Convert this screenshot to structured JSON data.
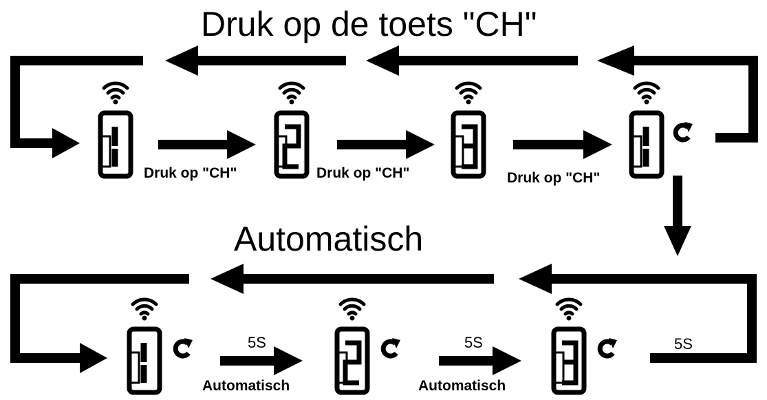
{
  "top_title": "Druk op de toets \"CH\"",
  "bottom_title": "Automatisch",
  "step_label": "Druk op \"CH\"",
  "auto_label": "Automatisch",
  "interval_label": "5S",
  "top_steps": [
    {
      "digit": "1",
      "repeat": false
    },
    {
      "digit": "2",
      "repeat": false
    },
    {
      "digit": "3",
      "repeat": false
    },
    {
      "digit": "1",
      "repeat": true
    }
  ],
  "bottom_steps": [
    {
      "digit": "1",
      "repeat": true
    },
    {
      "digit": "2",
      "repeat": true
    },
    {
      "digit": "3",
      "repeat": true
    }
  ],
  "icons": [
    "wifi-signal-icon",
    "receiver-display-icon",
    "auto-cycle-icon"
  ],
  "colors": {
    "line": "#000000",
    "background": "#ffffff"
  }
}
